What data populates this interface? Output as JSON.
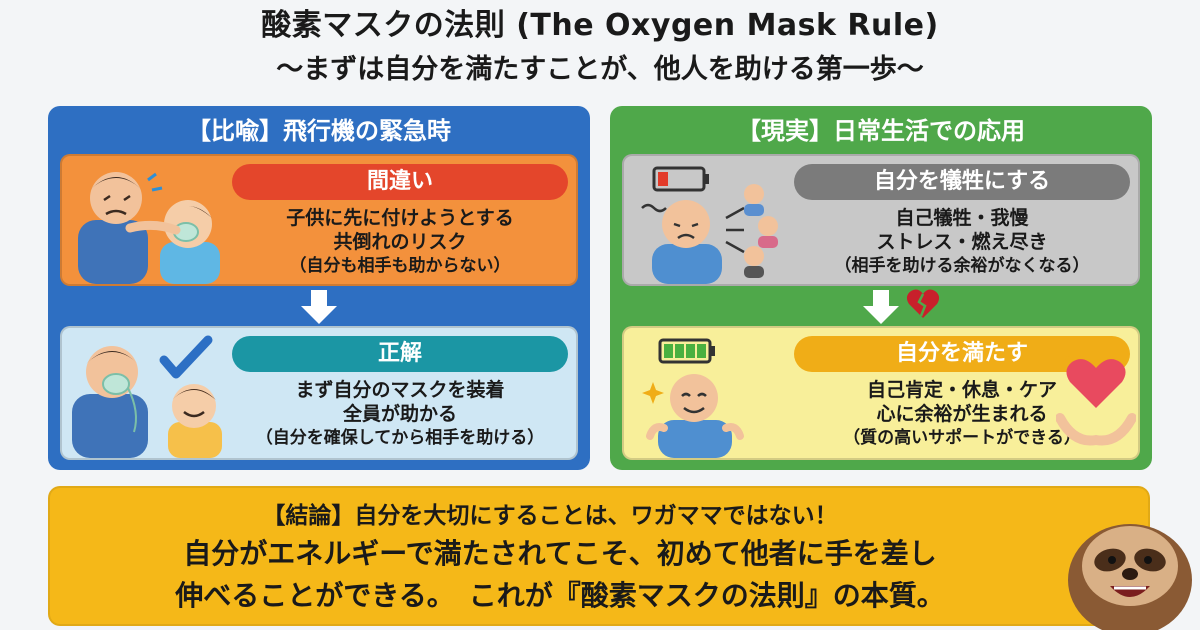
{
  "header": {
    "title": "酸素マスクの法則 (The Oxygen Mask Rule)",
    "subtitle": "～まずは自分を満たすことが、他人を助ける第一歩～"
  },
  "left_panel": {
    "title": "【比喩】飛行機の緊急時",
    "wrong": {
      "label": "間違い",
      "lines": [
        "子供に先に付けようとする",
        "共倒れのリスク",
        "（自分も相手も助からない）"
      ]
    },
    "right": {
      "label": "正解",
      "lines": [
        "まず自分のマスクを装着",
        "全員が助かる",
        "（自分を確保してから相手を助ける）"
      ]
    }
  },
  "right_panel": {
    "title": "【現実】日常生活での応用",
    "sacrifice": {
      "label": "自分を犠牲にする",
      "lines": [
        "自己犠牲・我慢",
        "ストレス・燃え尽き",
        "（相手を助ける余裕がなくなる）"
      ]
    },
    "fulfill": {
      "label": "自分を満たす",
      "lines": [
        "自己肯定・休息・ケア",
        "心に余裕が生まれる",
        "（質の高いサポートができる）"
      ]
    }
  },
  "conclusion": {
    "line1": "【結論】自分を大切にすることは、ワガママではない！",
    "line2": "自分がエネルギーで満たされてこそ、初めて他者に手を差し",
    "line3": "伸べることができる。　これが『酸素マスクの法則』の本質。"
  },
  "colors": {
    "left_panel": "#2e6fc2",
    "right_panel": "#4fa84a",
    "wrong_card": "#f3913c",
    "right_card": "#cfe7f4",
    "sacrifice_card": "#c8c8c8",
    "fulfill_card": "#f8ef9a",
    "conclusion": "#f5b818"
  },
  "icons": [
    "worried-parent-icon",
    "child-mask-icon",
    "checkmark-icon",
    "parent-mask-icon",
    "happy-child-icon",
    "low-battery-icon",
    "sad-person-icon",
    "people-icon",
    "broken-heart-icon",
    "full-battery-icon",
    "happy-person-icon",
    "heart-hands-icon",
    "sloth-icon"
  ]
}
